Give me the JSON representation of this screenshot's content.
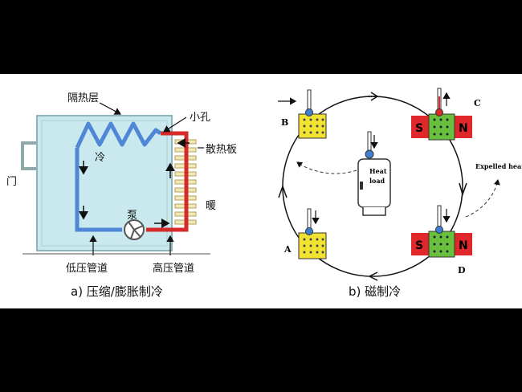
{
  "left": {
    "insulation_label": "隔热层",
    "hole_label": "小孔",
    "radiator_label": "散热板",
    "cold_label": "冷",
    "warm_label": "暖",
    "door_label": "门",
    "pump_label": "泵",
    "low_pipe_label": "低压管道",
    "high_pipe_label": "高压管道",
    "caption": "a) 压缩/膨胀制冷"
  },
  "right": {
    "point_a": "A",
    "point_b": "B",
    "point_c": "C",
    "point_d": "D",
    "heat_load_line1": "Heat",
    "heat_load_line2": "load",
    "expelled_heat": "Expelled heat",
    "south": "S",
    "north": "N",
    "caption": "b)  磁制冷"
  },
  "colors": {
    "cabinet": "#c9e9ee",
    "cold_pipe": "#4f86d6",
    "hot_pipe": "#d62a2a",
    "block_yellow": "#f2e233",
    "block_green": "#6abf3c",
    "magnet_red": "#e0272b"
  }
}
